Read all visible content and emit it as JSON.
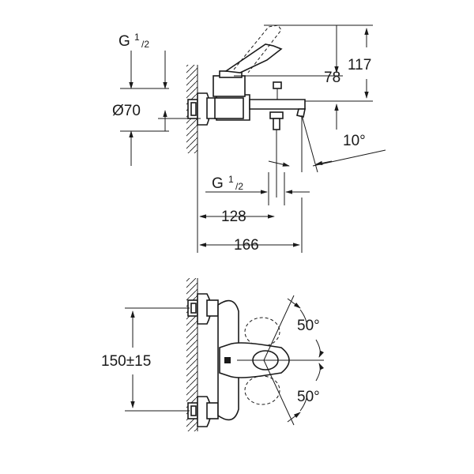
{
  "side_view": {
    "thread_top": "G",
    "thread_top_sup": "1",
    "thread_top_sub": "/2",
    "diameter": "Ø70",
    "height_78": "78",
    "height_117": "117",
    "angle": "10°",
    "thread_bottom": "G",
    "thread_bottom_sup": "1",
    "thread_bottom_sub": "/2",
    "depth_128": "128",
    "depth_166": "166"
  },
  "front_view": {
    "spacing": "150±15",
    "angle_upper": "50°",
    "angle_lower": "50°"
  }
}
